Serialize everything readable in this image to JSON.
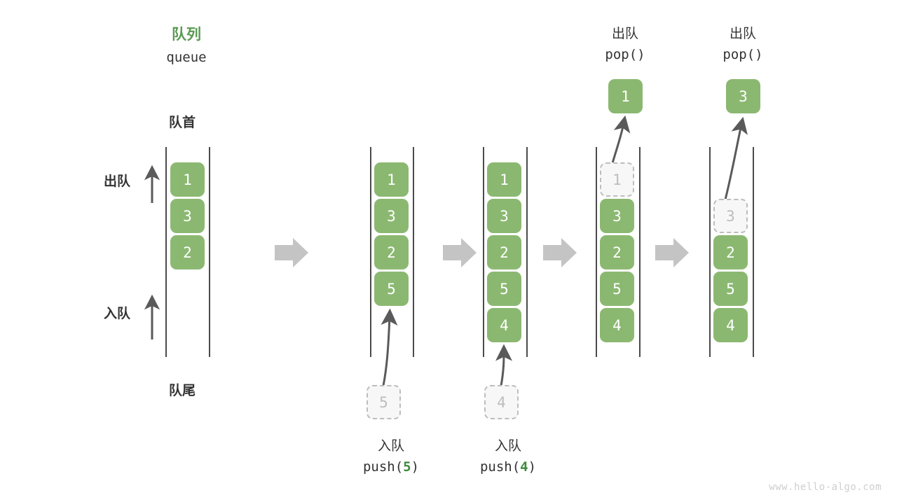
{
  "title": {
    "cn": "队列",
    "en": "queue",
    "color": "#5a9a52"
  },
  "labels": {
    "front": "队首",
    "rear": "队尾",
    "dequeue": "出队",
    "enqueue": "入队"
  },
  "watermark": "www.hello-algo.com",
  "colors": {
    "cell_fill": "#82b366",
    "cell_text": "#ffffff",
    "ghost_fill": "#f7f7f7",
    "ghost_border": "#bdbdbd",
    "ghost_text": "#bdbdbd",
    "rail": "#4a4a4a",
    "arrow_gray": "#c4c4c4",
    "thin_arrow": "#5a5a5a",
    "accent_green": "#3f8a3f",
    "watermark": "#cfcfcf"
  },
  "chart_data": {
    "type": "diagram",
    "title": "队列 queue — push / pop 操作示意图",
    "steps": [
      {
        "id": "state-0",
        "cells": [
          "1",
          "3",
          "2"
        ],
        "ghost_index": null,
        "operation_cn": null,
        "operation_code": null,
        "popped_value": null,
        "incoming_value": null
      },
      {
        "id": "state-1",
        "cells": [
          "1",
          "3",
          "2",
          "5"
        ],
        "ghost_index": null,
        "operation_cn": "入队",
        "operation_code": "push(5)",
        "operation_arg": "5",
        "popped_value": null,
        "incoming_value": "5"
      },
      {
        "id": "state-2",
        "cells": [
          "1",
          "3",
          "2",
          "5",
          "4"
        ],
        "ghost_index": null,
        "operation_cn": "入队",
        "operation_code": "push(4)",
        "operation_arg": "4",
        "popped_value": null,
        "incoming_value": "4"
      },
      {
        "id": "state-3",
        "cells": [
          "1",
          "3",
          "2",
          "5",
          "4"
        ],
        "ghost_index": 0,
        "operation_cn": "出队",
        "operation_code": "pop()",
        "operation_arg": "",
        "popped_value": "1",
        "incoming_value": null
      },
      {
        "id": "state-4",
        "cells": [
          "3",
          "2",
          "5",
          "4"
        ],
        "ghost_index": 0,
        "operation_cn": "出队",
        "operation_code": "pop()",
        "operation_arg": "",
        "popped_value": "3",
        "incoming_value": null
      }
    ]
  },
  "col0": {
    "cells": [
      "1",
      "3",
      "2"
    ]
  },
  "col1": {
    "cells": [
      "1",
      "3",
      "2",
      "5"
    ],
    "ghost_in": "5",
    "op_cn": "入队",
    "op_pre": "push(",
    "op_arg": "5",
    "op_post": ")"
  },
  "col2": {
    "cells": [
      "1",
      "3",
      "2",
      "5",
      "4"
    ],
    "ghost_in": "4",
    "op_cn": "入队",
    "op_pre": "push(",
    "op_arg": "4",
    "op_post": ")"
  },
  "col3": {
    "ghost": "1",
    "cells": [
      "3",
      "2",
      "5",
      "4"
    ],
    "popped": "1",
    "op_cn": "出队",
    "op_code": "pop()"
  },
  "col4": {
    "ghost": "3",
    "cells": [
      "2",
      "5",
      "4"
    ],
    "popped": "3",
    "op_cn": "出队",
    "op_code": "pop()"
  }
}
